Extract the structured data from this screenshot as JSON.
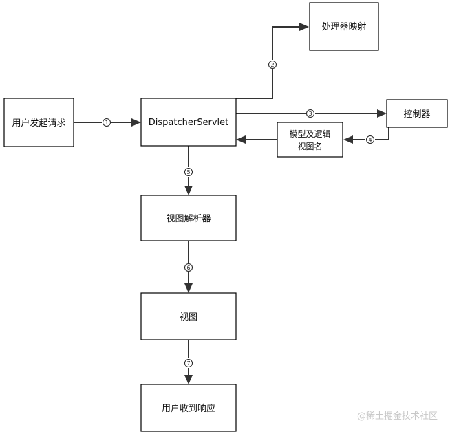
{
  "nodes": {
    "user_request": "用户发起请求",
    "dispatcher": "DispatcherServlet",
    "handler_mapping": "处理器映射",
    "controller": "控制器",
    "model_view_line1": "模型及逻辑",
    "model_view_line2": "视图名",
    "view_resolver": "视图解析器",
    "view": "视图",
    "user_response": "用户收到响应"
  },
  "steps": {
    "s1": "1",
    "s2": "2",
    "s3": "3",
    "s4": "4",
    "s5": "5",
    "s6": "6",
    "s7": "7"
  },
  "watermark": "@稀土掘金技术社区"
}
